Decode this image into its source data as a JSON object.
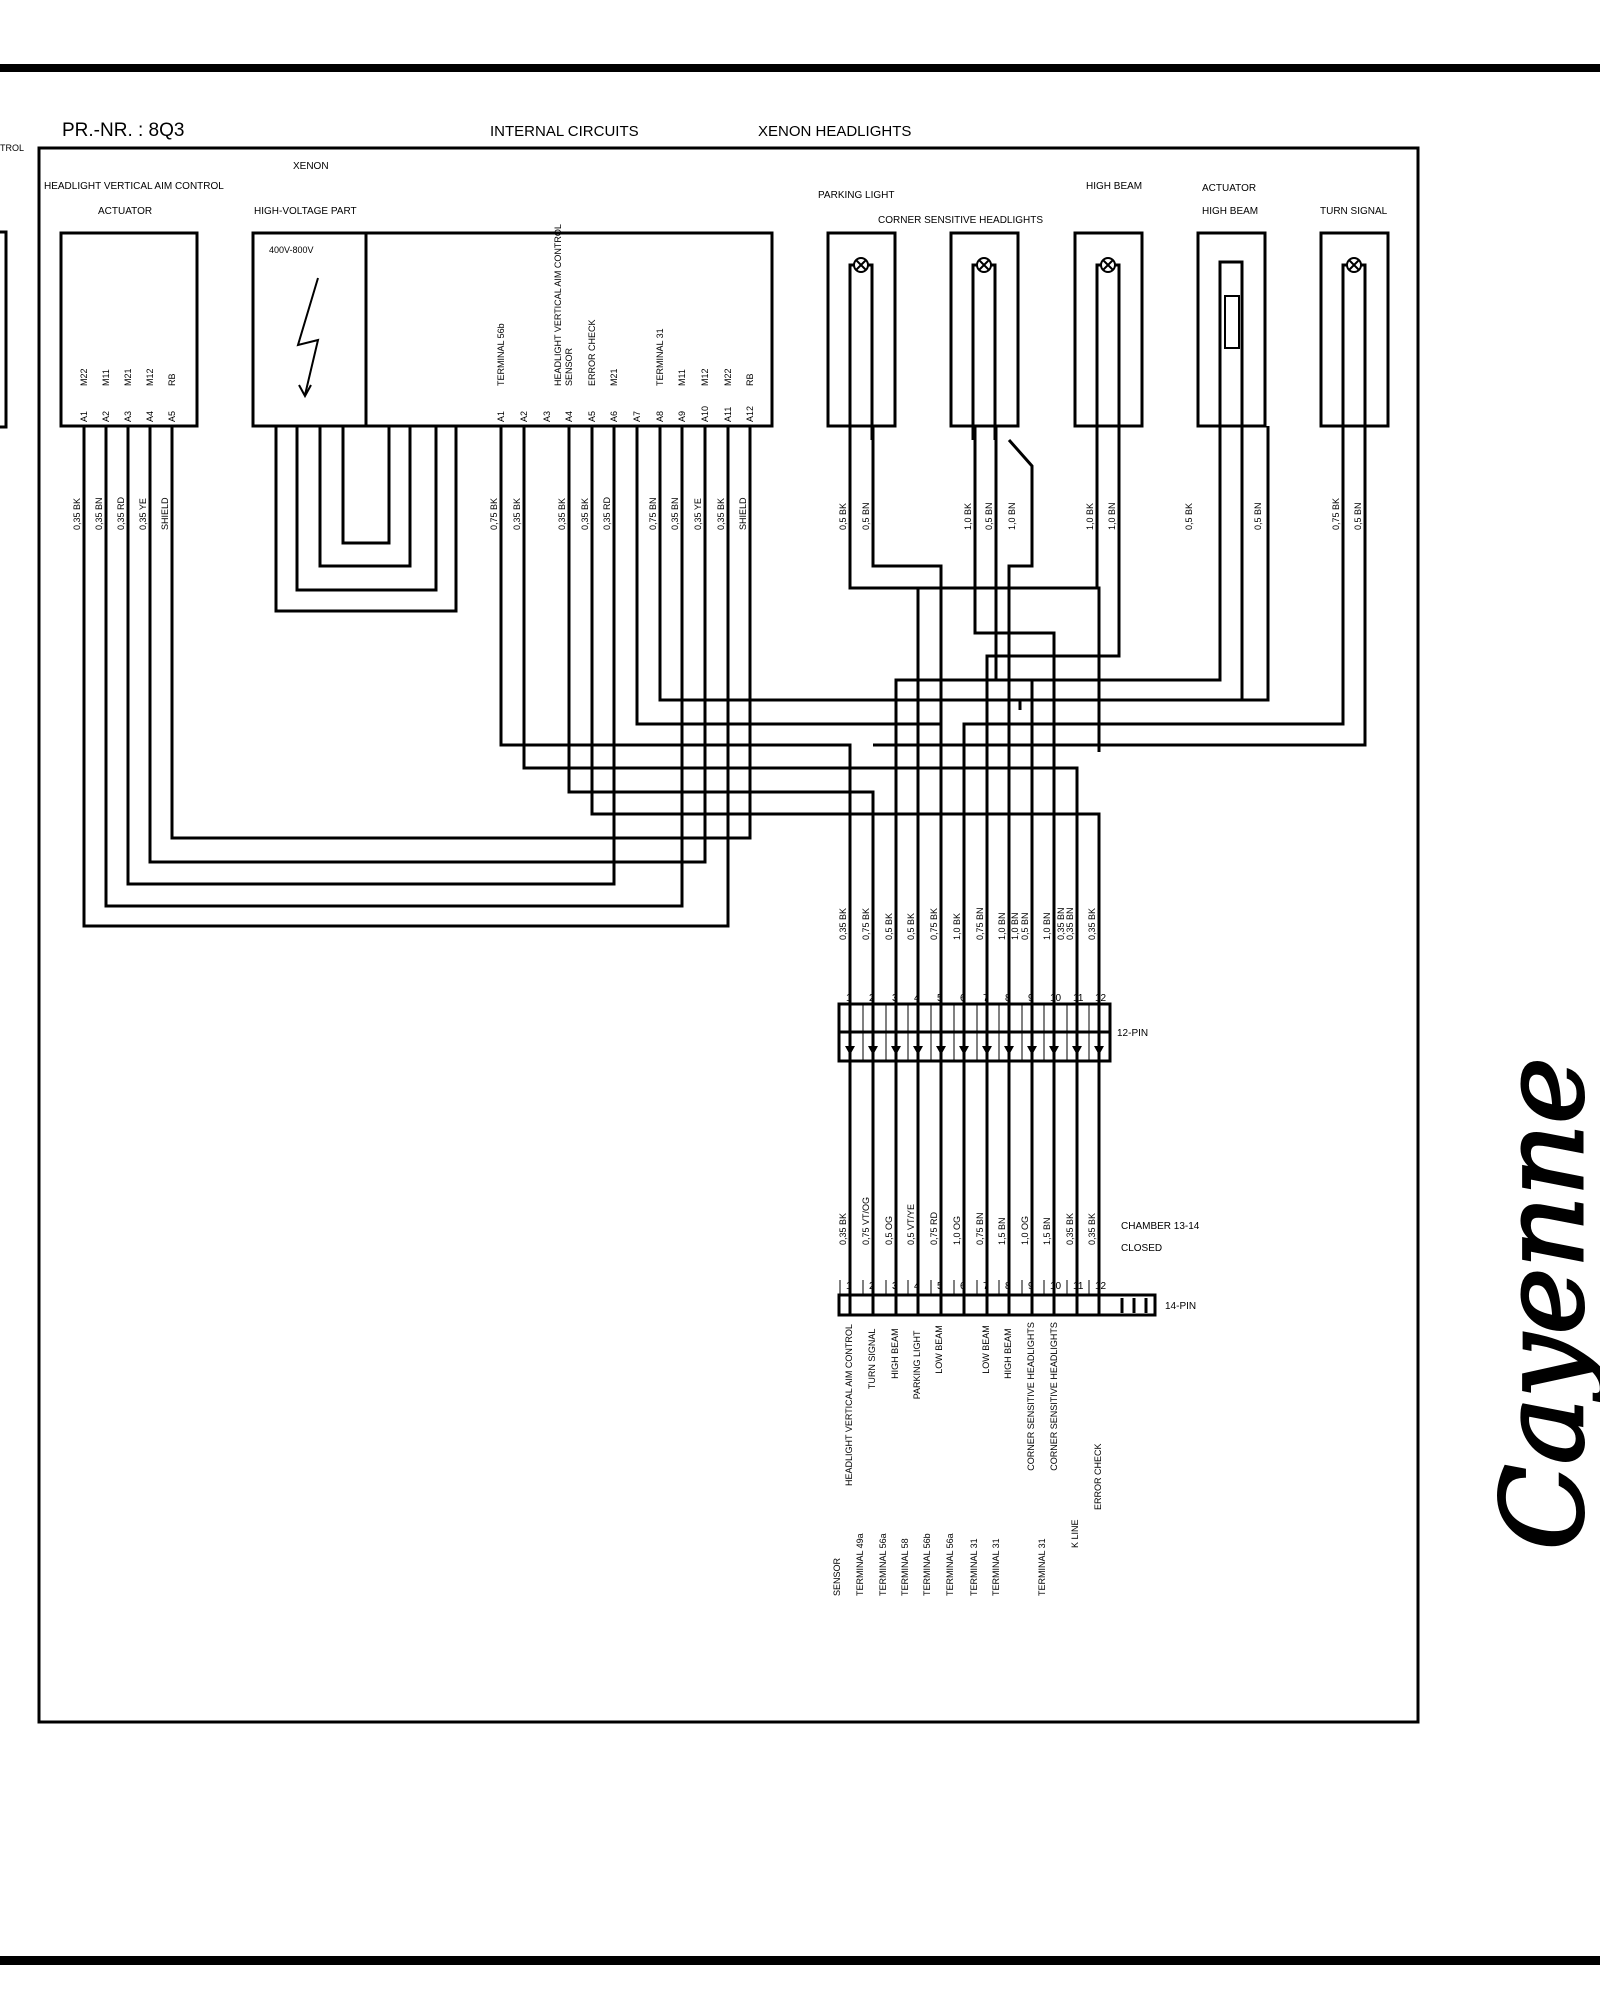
{
  "header": {
    "left_fragment": "TROL",
    "pr_nr": "PR.-NR. : 8Q3",
    "internal_circuits": "INTERNAL CIRCUITS",
    "xenon_headlights": "XENON HEADLIGHTS"
  },
  "components": {
    "vertical_aim_control": "HEADLIGHT VERTICAL AIM CONTROL",
    "actuator": "ACTUATOR",
    "xenon": "XENON",
    "high_voltage_part": "HIGH-VOLTAGE PART",
    "voltage": "400V-800V",
    "parking_light": "PARKING LIGHT",
    "corner_sensitive": "CORNER SENSITIVE HEADLIGHTS",
    "high_beam": "HIGH BEAM",
    "actuator_2": "ACTUATOR",
    "high_beam_2": "HIGH BEAM",
    "turn_signal": "TURN SIGNAL"
  },
  "actuator_pins": {
    "pins": [
      "A1",
      "A2",
      "A3",
      "A4",
      "A5"
    ],
    "names": [
      "M22",
      "M11",
      "M21",
      "M12",
      "RB"
    ],
    "wires": [
      "0,35 BK",
      "0,35 BN",
      "0,35 RD",
      "0,35 YE",
      "SHIELD"
    ]
  },
  "control_unit": {
    "pins": [
      "A1",
      "A2",
      "A3",
      "A4",
      "A5",
      "A6",
      "A7",
      "A8",
      "A9",
      "A10",
      "A11",
      "A12"
    ],
    "names": [
      "TERMINAL 56b",
      "",
      "HEADLIGHT VERTICAL AIM CONTROL",
      "SENSOR",
      "ERROR CHECK",
      "M21",
      "",
      "TERMINAL 31",
      "M11",
      "M12",
      "M22",
      "RB"
    ],
    "wires": [
      "0,75 BK",
      "0,35 BK",
      "0,35 BK",
      "0,35 BK",
      "0,35 RD",
      "0,75 BN",
      "0,35 BN",
      "0,35 YE",
      "0,35 BK",
      "SHIELD"
    ]
  },
  "lamp_wires": {
    "parking": [
      "0,5 BK",
      "0,5 BN"
    ],
    "corner": [
      "1,0 BK",
      "0,5 BN",
      "1,0 BN"
    ],
    "high": [
      "1,0 BK",
      "1,0 BN"
    ],
    "actuator": [
      "0,5 BK",
      "0,5 BN"
    ],
    "turn": [
      "0,75 BK",
      "0,5 BN"
    ]
  },
  "connector_12": {
    "label": "12-PIN",
    "pin_numbers": [
      "1",
      "2",
      "3",
      "4",
      "5",
      "6",
      "7",
      "8",
      "9",
      "10",
      "11",
      "12"
    ],
    "wires_top": [
      "0,35 BK",
      "0,75 BK",
      "0,5 BK",
      "0,5 BK",
      "0,75 BK",
      "1,0 BK",
      "0,75 BN",
      "1,0 BN",
      "0,5 BN",
      "1,0 BN",
      "0,35 BN",
      "0,35 BK"
    ],
    "wires_top_extra": [
      "1,0 BN",
      "0,35 BN"
    ]
  },
  "connector_14": {
    "label": "14-PIN",
    "pin_numbers": [
      "1",
      "2",
      "3",
      "4",
      "5",
      "6",
      "7",
      "8",
      "9",
      "10",
      "11",
      "12"
    ],
    "wires": [
      "0,35 BK",
      "0,75 VT/OG",
      "0,5 OG",
      "0,5 VT/YE",
      "0,75 RD",
      "1,0 OG",
      "0,75 BN",
      "1,5 BN",
      "1,0 OG",
      "1,5 BN",
      "0,35 BK",
      "0,35 BK"
    ],
    "chamber": "CHAMBER   13-14",
    "closed": "CLOSED",
    "fn_col_a": [
      "HEADLIGHT VERTICAL AIM CONTROL",
      "TURN SIGNAL",
      "HIGH BEAM",
      "PARKING LIGHT",
      "LOW BEAM",
      "",
      "LOW BEAM",
      "HIGH BEAM",
      "CORNER SENSITIVE HEADLIGHTS",
      "CORNER SENSITIVE HEADLIGHTS",
      "K LINE",
      "ERROR CHECK"
    ],
    "fn_col_b": [
      "SENSOR",
      "TERMINAL 49a",
      "TERMINAL 56a",
      "TERMINAL 58",
      "TERMINAL 56b",
      "TERMINAL 56a",
      "TERMINAL 31",
      "TERMINAL 31",
      "",
      "TERMINAL 31",
      "",
      ""
    ]
  },
  "brand": "Cayenne"
}
